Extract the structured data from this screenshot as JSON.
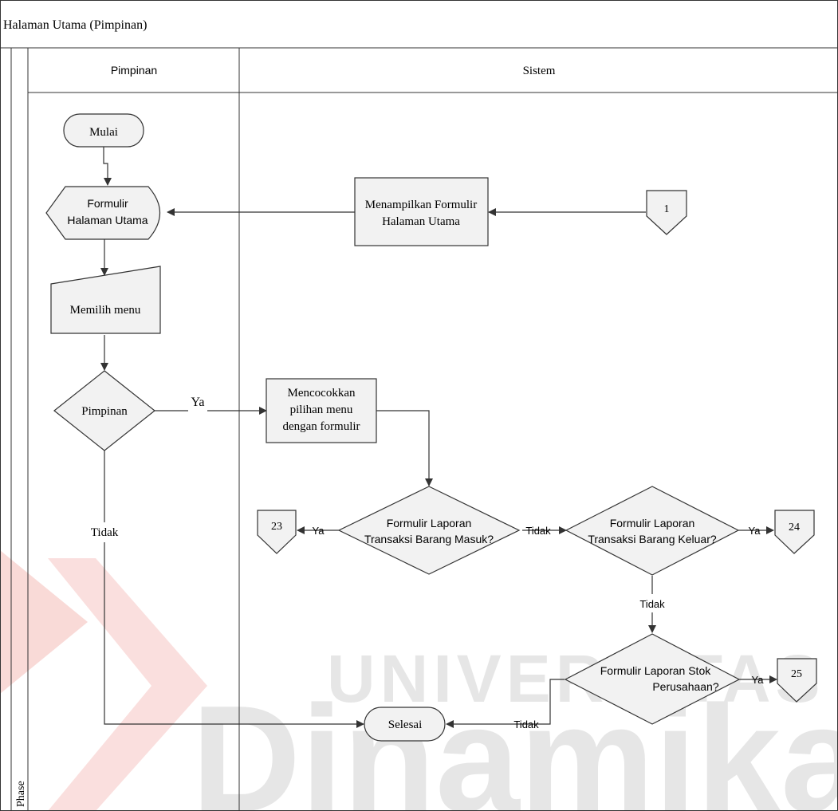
{
  "pool": {
    "title": "Halaman Utama (Pimpinan)",
    "phase_label": "Phase",
    "lanes": [
      "Pimpinan",
      "Sistem"
    ]
  },
  "nodes": {
    "start": "Mulai",
    "form_display_line1": "Formulir",
    "form_display_line2": "Halaman Utama",
    "process_show_line1": "Menampilkan Formulir",
    "process_show_line2": "Halaman Utama",
    "connector_in": "1",
    "manual_input": "Memilih menu",
    "decision_role": "Pimpinan",
    "process_match_line1": "Mencocokkan",
    "process_match_line2": "pilihan menu",
    "process_match_line3": "dengan formulir",
    "decision_in_line1": "Formulir Laporan",
    "decision_in_line2": "Transaksi Barang Masuk?",
    "decision_out_line1": "Formulir Laporan",
    "decision_out_line2": "Transaksi Barang Keluar?",
    "decision_stock_line1": "Formulir Laporan Stok",
    "decision_stock_line2": "Perusahaan?",
    "connector_23": "23",
    "connector_24": "24",
    "connector_25": "25",
    "end": "Selesai"
  },
  "edge_labels": {
    "ya": "Ya",
    "tidak": "Tidak"
  },
  "watermark": {
    "top": "UNIVERSITAS",
    "bottom": "Dinamika",
    "logo_color": "#e8423a"
  }
}
